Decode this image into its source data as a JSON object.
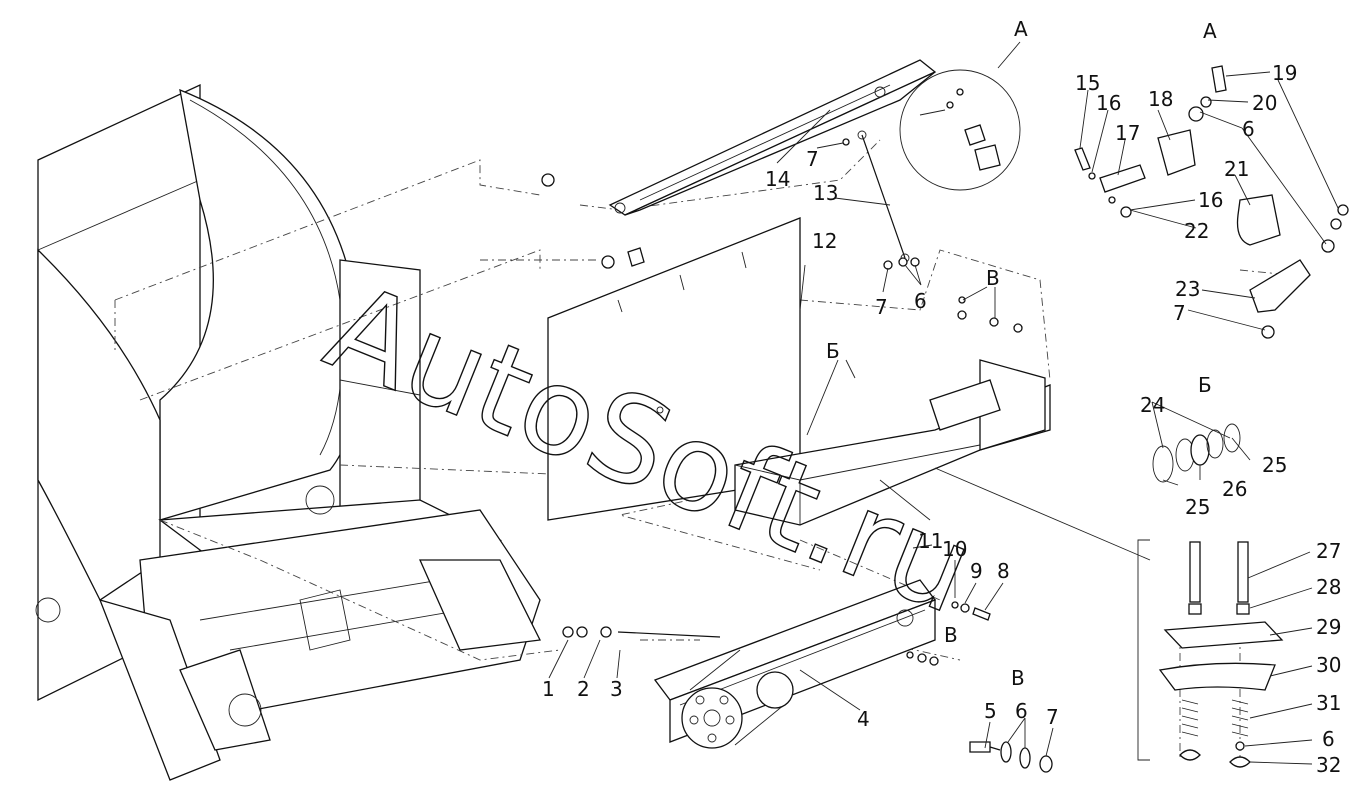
{
  "watermark": "AutoSoft.ru",
  "views": {
    "a_main": "А",
    "a_detail": "А",
    "b_detail": "Б",
    "b_main": "Б",
    "v_main_top": "В",
    "v_main_bottom": "В",
    "v_detail": "В"
  },
  "callouts": [
    "1",
    "2",
    "3",
    "4",
    "5",
    "6",
    "7",
    "8",
    "9",
    "10",
    "11",
    "12",
    "13",
    "14",
    "15",
    "16",
    "17",
    "18",
    "19",
    "20",
    "21",
    "22",
    "23",
    "24",
    "25",
    "26",
    "27",
    "28",
    "29",
    "30",
    "31",
    "32"
  ]
}
